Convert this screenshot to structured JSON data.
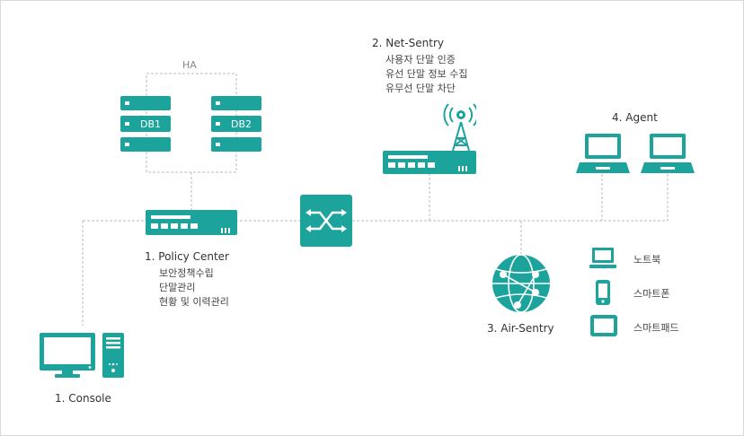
{
  "ha_label": "HA",
  "db1_label": "DB1",
  "db2_label": "DB2",
  "net_sentry": {
    "title": "2. Net-Sentry",
    "lines": [
      "사용자 단말 인증",
      "유선 단말 정보 수집",
      "유무선 단말 차단"
    ]
  },
  "policy_center": {
    "title": "1. Policy Center",
    "lines": [
      "보안정책수립",
      "단말관리",
      "현황 및 이력관리"
    ]
  },
  "agent": {
    "title": "4. Agent"
  },
  "air_sentry": {
    "title": "3. Air-Sentry"
  },
  "console": {
    "title": "1. Console"
  },
  "legend": {
    "laptop": "노트북",
    "phone": "스마트폰",
    "tablet": "스마트패드"
  },
  "colors": {
    "teal": "#1ba39c",
    "line": "#bbbbbb"
  },
  "icons": [
    "server-icon",
    "switch-icon",
    "wireless-router-icon",
    "laptop-icon",
    "globe-network-icon",
    "monitor-icon",
    "tower-pc-icon",
    "smartphone-icon",
    "tablet-icon"
  ]
}
